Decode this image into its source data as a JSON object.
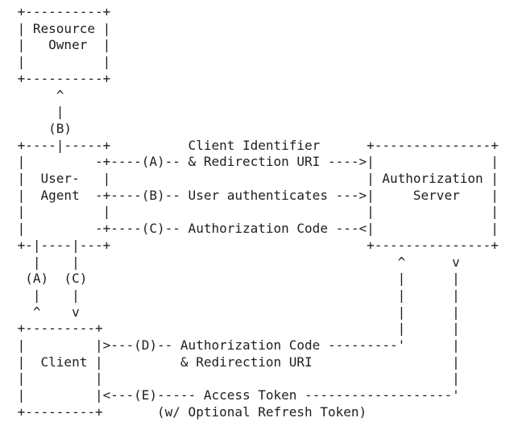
{
  "page": {
    "background": "#ffffff",
    "text_color": "#1e1e1e"
  },
  "diagram": {
    "type": "ascii-flow-diagram",
    "boxes": [
      "Resource Owner",
      "User-Agent",
      "Authorization Server",
      "Client"
    ],
    "steps": [
      {
        "id": "(A)",
        "label": "Client Identifier & Redirection URI"
      },
      {
        "id": "(B)",
        "label": "User authenticates"
      },
      {
        "id": "(C)",
        "label": "Authorization Code"
      },
      {
        "id": "(D)",
        "label": "Authorization Code & Redirection URI"
      },
      {
        "id": "(E)",
        "label": "Access Token (w/ Optional Refresh Token)"
      }
    ],
    "lines": [
      " +----------+",
      " | Resource |",
      " |   Owner  |",
      " |          |",
      " +----------+",
      "      ^",
      "      |",
      "     (B)",
      " +----|-----+          Client Identifier      +---------------+",
      " |         -+----(A)-- & Redirection URI ---->|               |",
      " |  User-   |                                 | Authorization |",
      " |  Agent  -+----(B)-- User authenticates --->|     Server    |",
      " |          |                                 |               |",
      " |         -+----(C)-- Authorization Code ---<|               |",
      " +-|----|---+                                 +---------------+",
      "   |    |                                         ^      v",
      "  (A)  (C)                                        |      |",
      "   |    |                                         |      |",
      "   ^    v                                         |      |",
      " +---------+                                      |      |",
      " |         |>---(D)-- Authorization Code ---------'      |",
      " |  Client |          & Redirection URI                  |",
      " |         |                                             |",
      " |         |<---(E)----- Access Token -------------------'",
      " +---------+       (w/ Optional Refresh Token)"
    ]
  }
}
